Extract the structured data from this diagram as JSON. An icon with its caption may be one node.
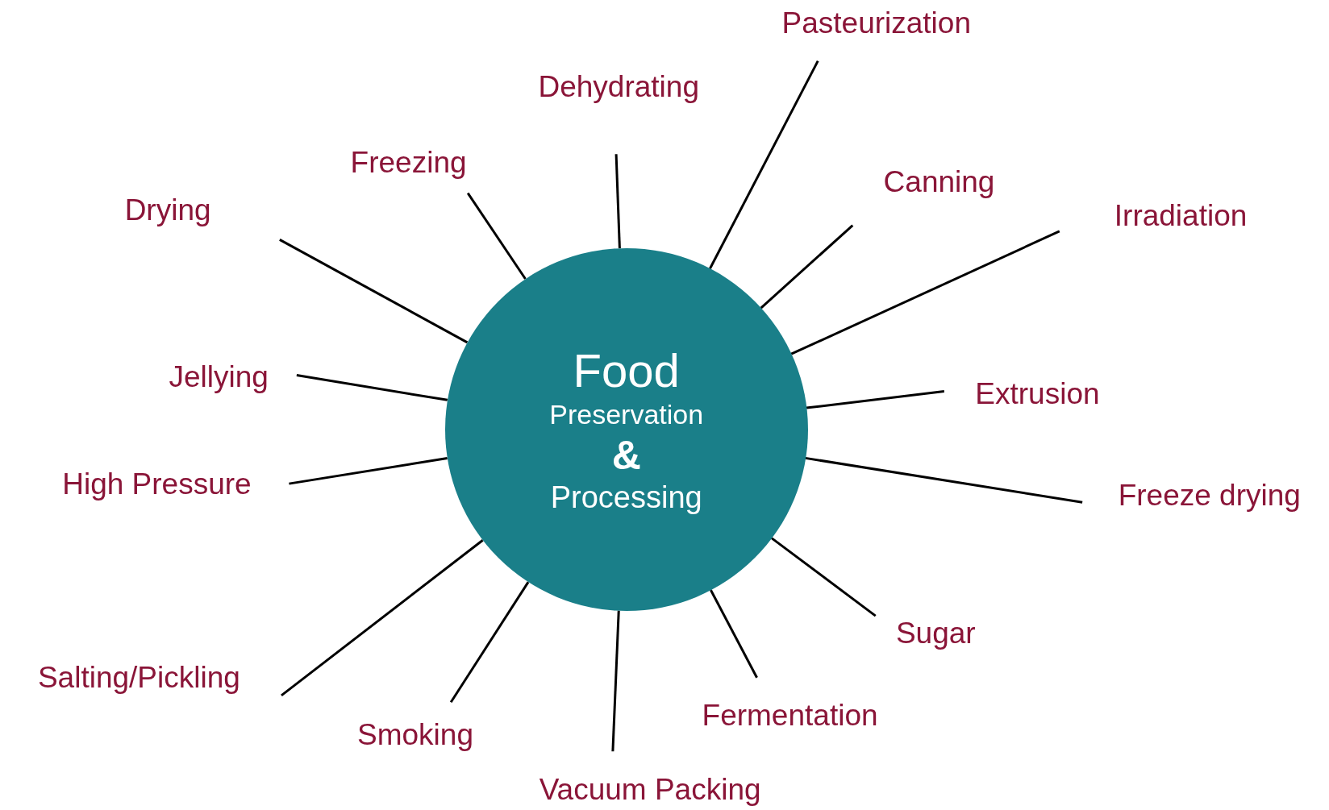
{
  "diagram": {
    "nodes": [
      {
        "text": [
          "Food",
          "Preservation",
          "&",
          "Processing"
        ]
      },
      {
        "text": [
          "Pasteurization"
        ]
      },
      {
        "text": [
          "Dehydrating"
        ]
      },
      {
        "text": [
          "Freezing"
        ]
      },
      {
        "text": [
          "Canning"
        ]
      },
      {
        "text": [
          "Drying"
        ]
      },
      {
        "text": [
          "Irradiation"
        ]
      },
      {
        "text": [
          "Jellying"
        ]
      },
      {
        "text": [
          "Extrusion"
        ]
      },
      {
        "text": [
          "High Pressure"
        ]
      },
      {
        "text": [
          "Freeze drying"
        ]
      },
      {
        "text": [
          "Sugar"
        ]
      },
      {
        "text": [
          "Salting/Pickling"
        ]
      },
      {
        "text": [
          "Fermentation"
        ]
      },
      {
        "text": [
          "Smoking"
        ]
      },
      {
        "text": [
          "Vacuum Packing"
        ]
      }
    ],
    "edges": [
      {
        "from": 0,
        "to": 1,
        "arrow": "none"
      },
      {
        "from": 0,
        "to": 2,
        "arrow": "none"
      },
      {
        "from": 0,
        "to": 3,
        "arrow": "none"
      },
      {
        "from": 0,
        "to": 4,
        "arrow": "none"
      },
      {
        "from": 0,
        "to": 5,
        "arrow": "none"
      },
      {
        "from": 0,
        "to": 6,
        "arrow": "none"
      },
      {
        "from": 0,
        "to": 7,
        "arrow": "none"
      },
      {
        "from": 0,
        "to": 8,
        "arrow": "none"
      },
      {
        "from": 0,
        "to": 9,
        "arrow": "none"
      },
      {
        "from": 0,
        "to": 10,
        "arrow": "none"
      },
      {
        "from": 0,
        "to": 11,
        "arrow": "none"
      },
      {
        "from": 0,
        "to": 12,
        "arrow": "none"
      },
      {
        "from": 0,
        "to": 13,
        "arrow": "none"
      },
      {
        "from": 0,
        "to": 14,
        "arrow": "none"
      },
      {
        "from": 0,
        "to": 15,
        "arrow": "none"
      }
    ]
  }
}
